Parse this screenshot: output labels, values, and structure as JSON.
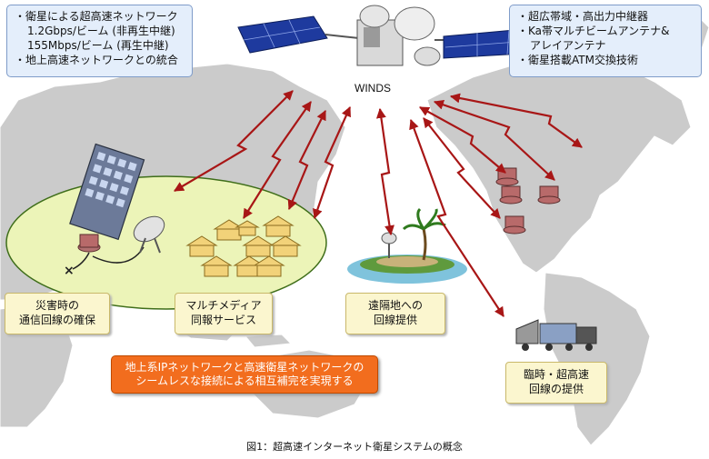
{
  "satellite_label": "WINDS",
  "top_left_box": {
    "lines": [
      "・衛星による超高速ネットワーク",
      "1.2Gbps/ビーム (非再生中継)",
      "155Mbps/ビーム (再生中継)",
      "・地上高速ネットワークとの統合"
    ]
  },
  "top_right_box": {
    "lines": [
      "・超広帯域・高出力中継器",
      "・Ka帯マルチビームアンテナ&",
      "アレイアンテナ",
      "・衛星搭載ATM交換技術"
    ]
  },
  "labels": {
    "disaster": [
      "災害時の",
      "通信回線の確保"
    ],
    "multimedia": [
      "マルチメディア",
      "同報サービス"
    ],
    "remote": [
      "遠隔地への",
      "回線提供"
    ],
    "temporary": [
      "臨時・超高速",
      "回線の提供"
    ],
    "seamless": [
      "地上系IPネットワークと高速衛星ネットワークの",
      "シームレスな接続による相互補完を実現する"
    ]
  },
  "caption": "図1：超高速インターネット衛星システムの概念",
  "colors": {
    "arrow": "#a81616",
    "land": "#cbcbcb",
    "ellipse_fill": "#ecf4b8",
    "orange": "#f26d1e"
  }
}
